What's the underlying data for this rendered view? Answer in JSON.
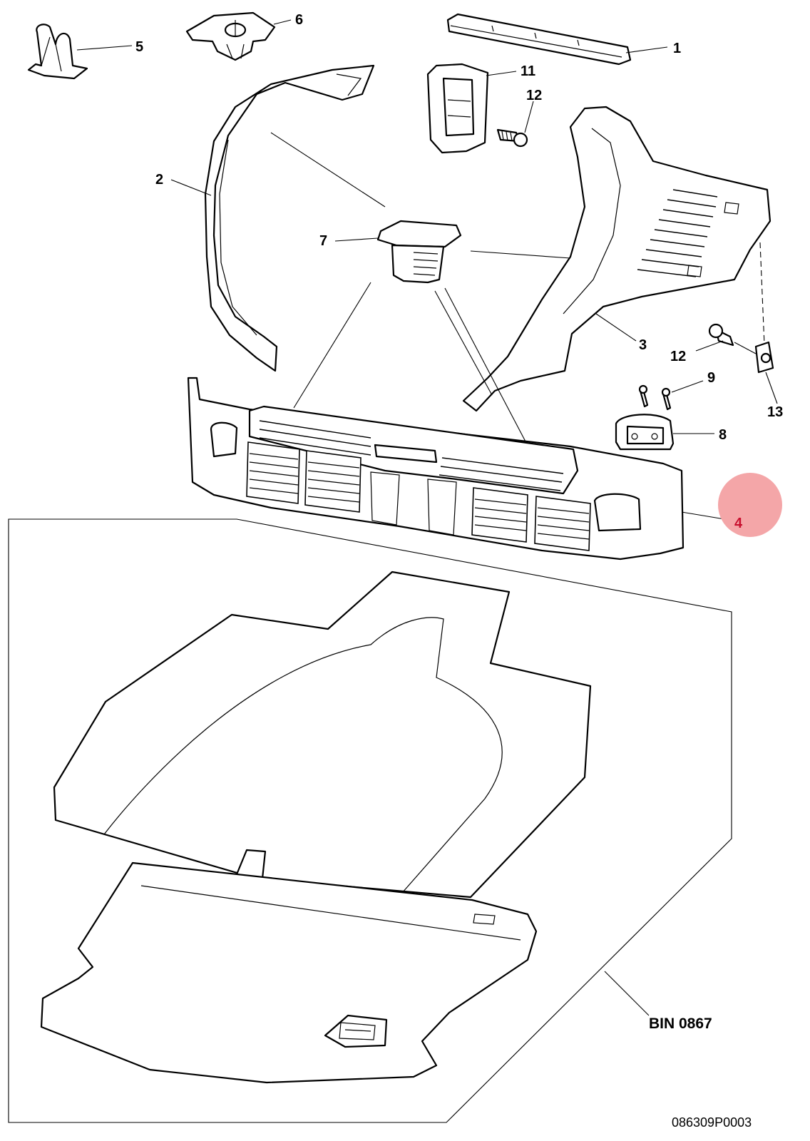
{
  "diagram": {
    "highlight_color": "#f4a6a8",
    "callouts": [
      {
        "id": "c1",
        "text": "1"
      },
      {
        "id": "c2",
        "text": "2"
      },
      {
        "id": "c3",
        "text": "3"
      },
      {
        "id": "c4",
        "text": "4"
      },
      {
        "id": "c5",
        "text": "5"
      },
      {
        "id": "c6",
        "text": "6"
      },
      {
        "id": "c7",
        "text": "7"
      },
      {
        "id": "c8",
        "text": "8"
      },
      {
        "id": "c9",
        "text": "9"
      },
      {
        "id": "c11",
        "text": "11"
      },
      {
        "id": "c12a",
        "text": "12"
      },
      {
        "id": "c12b",
        "text": "12"
      },
      {
        "id": "c13",
        "text": "13"
      }
    ],
    "bin_reference": "BIN 0867",
    "drawing_number": "086309P0003"
  }
}
